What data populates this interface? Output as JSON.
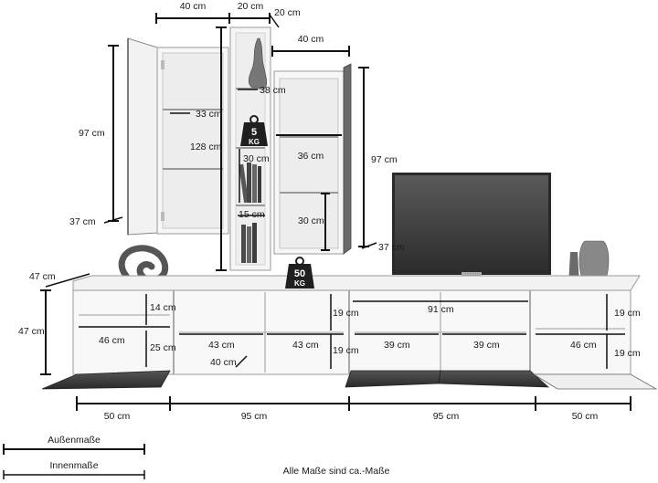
{
  "dimensions": {
    "upper_left_width": "40 cm",
    "upper_mid_width": "20 cm",
    "upper_mid_depth": "20 cm",
    "upper_right_width": "40 cm",
    "upper_left_height": "97 cm",
    "upper_left_depth": "37 cm",
    "upper_left_shelf": "33 cm",
    "upper_mid_height": "128 cm",
    "upper_mid_shelf_top": "38 cm",
    "upper_mid_shelf_mid": "30 cm",
    "upper_mid_shelf_low": "15 cm",
    "upper_right_shelf": "36 cm",
    "upper_right_inner_height": "30 cm",
    "upper_right_height": "97 cm",
    "upper_right_depth": "37 cm",
    "lower_depth": "47 cm",
    "lower_height": "47 cm",
    "lower_left_shelf_height": "14 cm",
    "lower_left_inner_width": "46 cm",
    "lower_left_inner_height": "25 cm",
    "lower_c2_left": "43 cm",
    "lower_c2_right": "43 cm",
    "lower_c2_depth": "40 cm",
    "lower_mid_height_top": "19 cm",
    "lower_mid_height_bottom": "19 cm",
    "lower_c3_width": "91 cm",
    "lower_c3_left": "39 cm",
    "lower_c3_right": "39 cm",
    "lower_right_height_top": "19 cm",
    "lower_right_inner_width": "46 cm",
    "lower_right_height_bottom": "19 cm",
    "bottom_1": "50 cm",
    "bottom_2": "95 cm",
    "bottom_3": "95 cm",
    "bottom_4": "50 cm"
  },
  "weights": {
    "shelf_load": "5",
    "shelf_unit": "KG",
    "lowboard_load": "50",
    "lowboard_unit": "KG"
  },
  "legend": {
    "outer_label": "Außenmaße",
    "inner_label": "Innenmaße"
  },
  "footnote": "Alle Maße sind ca.-Maße",
  "colors": {
    "furniture": "#f4f4f4",
    "edge": "#9a9a9a",
    "dim_line": "#111111",
    "glass": "#3a3a3a",
    "tv_screen": "#3d3d3d"
  }
}
